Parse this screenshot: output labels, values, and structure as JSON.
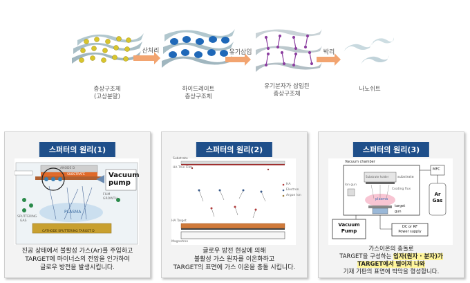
{
  "top": {
    "steps": [
      {
        "label_1": "층상구조체",
        "label_2": "(고상분말)"
      },
      {
        "label_1": "하이드레이트",
        "label_2": "층상구조체"
      },
      {
        "label_1": "유기분자가 삽입된",
        "label_2": "층상구조체"
      },
      {
        "label_1": "나노쉬트",
        "label_2": ""
      }
    ],
    "arrows": [
      "산처리",
      "유기삽입",
      "박리"
    ],
    "colors": {
      "sheet": "#9fb7c0",
      "dot_yellow": "#d8c52c",
      "dot_blue": "#1f68b8",
      "molecule": "#8c3fa0",
      "arrow": "#f2a470"
    }
  },
  "panels": [
    {
      "title": "스퍼터의 원리(1)",
      "caption": [
        "진공 상태에서 불활성 가스(Ar)를 주입하고",
        "TARGET에 마이너스의 전압을 인가하여",
        "글로우 방전을 발생시킵니다."
      ],
      "diagram": {
        "vacuum": "Vacuum",
        "pump": "pump",
        "anode": "ANODE D",
        "substrate": "SUBSTRATE",
        "film": "FILM",
        "growth": "GROWTH",
        "sputtering": "SPUTTERING",
        "gas": "GAS",
        "plasma": "PLASMA",
        "cathode": "CATHODE SPUTTERING TARGET D"
      }
    },
    {
      "title": "스퍼터의 원리(2)",
      "caption": [
        "글로우 방전 현상에 의해",
        "불활성 가스 원자를 이온화하고",
        "TARGET의 표면에 가스 이온을 충돌 시킵니다."
      ],
      "diagram": {
        "substrate": "Substrate",
        "film": "HA Thin Film",
        "target": "HA Target",
        "magnetron": "Magnetron",
        "legend": [
          "HA",
          "Electron",
          "Argon Ion"
        ]
      }
    },
    {
      "title": "스퍼터의 원리(3)",
      "caption": {
        "line1": "가스이온의 충돌로",
        "line2_pre": "TARGET을 구성하는 ",
        "line2_hl": "입자(원자 · 분자)가",
        "line3_hl": "TARGET에서 떨어져 나와",
        "line4": "기재 기판의 표면에 박막을 형성합니다."
      },
      "diagram": {
        "chamber": "Vacuum chamber",
        "mfc": "MFC",
        "holder": "Substrate holder",
        "substrate": "substrate",
        "coating": "Coating flux",
        "ion_gun": "Ion gun",
        "plasma": "plasma",
        "target": "target",
        "gun": "gun",
        "gas_1": "Ar",
        "gas_2": "Gas",
        "pump_1": "Vacuum",
        "pump_2": "Pump",
        "power_1": "DC or RF",
        "power_2": "Power supply"
      }
    }
  ]
}
